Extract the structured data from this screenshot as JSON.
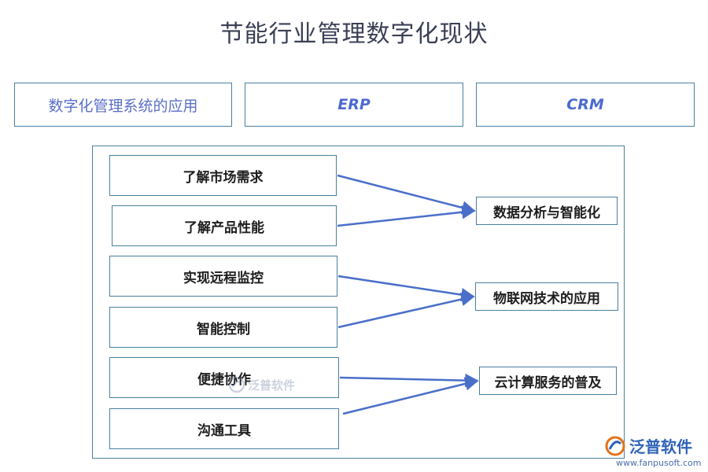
{
  "title": "节能行业管理数字化现状",
  "top_boxes": [
    "数字化管理系统的应用",
    "ERP",
    "CRM"
  ],
  "items": [
    "了解市场需求",
    "了解产品性能",
    "实现远程监控",
    "智能控制",
    "便捷协作",
    "沟通工具"
  ],
  "results": [
    "数据分析与智能化",
    "物联网技术的应用",
    "云计算服务的普及"
  ],
  "watermark": {
    "center_text": "泛普软件",
    "logo_text": "泛普软件",
    "url": "www.fanpusoft.com"
  },
  "colors": {
    "border": "#4a7fa0",
    "arrow": "#4a6fc9",
    "accent_text": "#5a6fc8"
  }
}
